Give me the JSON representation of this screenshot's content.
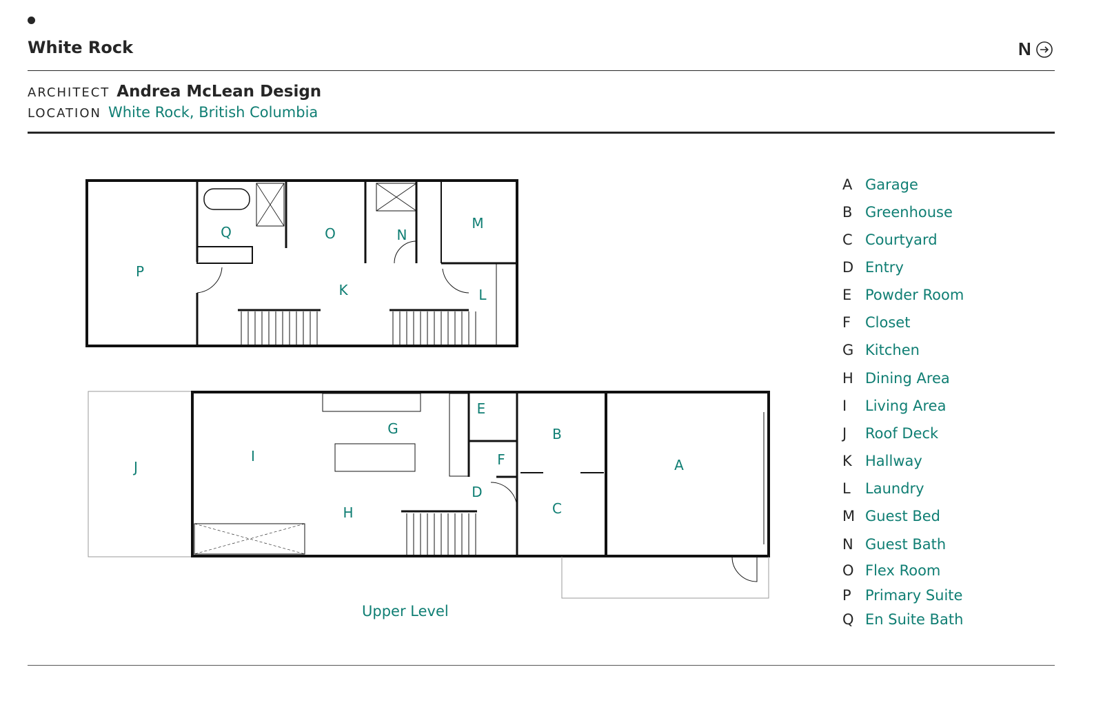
{
  "header": {
    "title": "White Rock",
    "north_label": "N",
    "north_icon": "arrow-right-circle-icon"
  },
  "meta": {
    "architect_label": "ARCHITECT",
    "architect": "Andrea McLean Design",
    "location_label": "LOCATION",
    "location": "White Rock, British Columbia"
  },
  "plan": {
    "level_label": "Upper Level",
    "accent": "#0f7e73"
  },
  "legend": [
    {
      "letter": "A",
      "name": "Garage"
    },
    {
      "letter": "B",
      "name": "Greenhouse"
    },
    {
      "letter": "C",
      "name": "Courtyard"
    },
    {
      "letter": "D",
      "name": "Entry"
    },
    {
      "letter": "E",
      "name": "Powder Room"
    },
    {
      "letter": "F",
      "name": "Closet"
    },
    {
      "letter": "G",
      "name": "Kitchen"
    },
    {
      "letter": "H",
      "name": "Dining Area"
    },
    {
      "letter": "I",
      "name": "Living Area"
    },
    {
      "letter": "J",
      "name": "Roof Deck"
    },
    {
      "letter": "K",
      "name": "Hallway"
    },
    {
      "letter": "L",
      "name": "Laundry"
    },
    {
      "letter": "M",
      "name": "Guest Bed"
    },
    {
      "letter": "N",
      "name": "Guest Bath"
    },
    {
      "letter": "O",
      "name": "Flex Room"
    },
    {
      "letter": "P",
      "name": "Primary Suite"
    },
    {
      "letter": "Q",
      "name": "En Suite Bath"
    }
  ]
}
